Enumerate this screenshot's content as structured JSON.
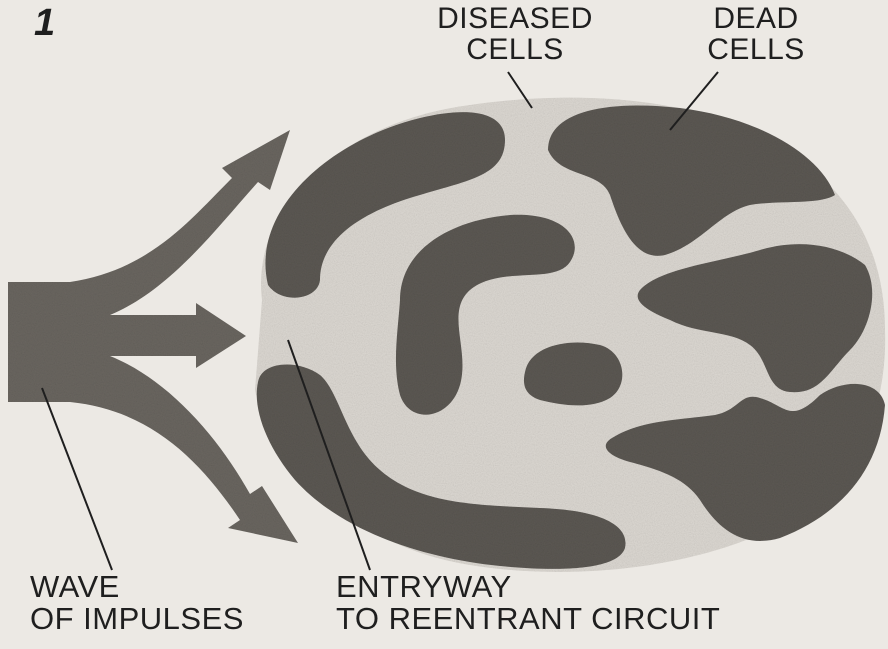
{
  "figure": {
    "panel_number": "1",
    "labels": {
      "diseased_cells": [
        "DISEASED",
        "CELLS"
      ],
      "dead_cells": [
        "DEAD",
        "CELLS"
      ],
      "wave_of_impulses": [
        "WAVE",
        "OF IMPULSES"
      ],
      "entryway": [
        "ENTRYWAY",
        "TO REENTRANT CIRCUIT"
      ]
    }
  },
  "colors": {
    "background": "#ece9e4",
    "tissue_light": "#dcd8d2",
    "dead_cells": "#5c5853",
    "impulse_wave": "#6a6660",
    "ink": "#1f1f1f"
  }
}
